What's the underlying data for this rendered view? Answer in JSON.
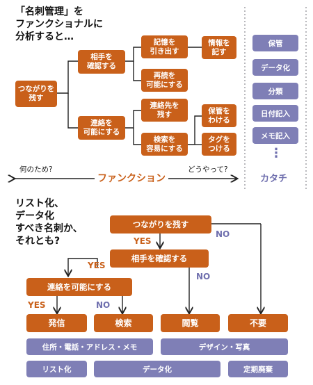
{
  "top": {
    "title": "「名刺管理」を\nファンクショナルに\n分析すると…",
    "root": "つながりを\n残す",
    "level1": [
      "相手を\n確認する",
      "連絡を\n可能にする"
    ],
    "level2": [
      "記憶を\n引き出す",
      "再読を\n可能にする",
      "連絡先を\n残す",
      "検索を\n容易にする"
    ],
    "level3": [
      "情報を\n記す",
      "保管を\nわける",
      "タグを\nつける"
    ],
    "forms": [
      "保管",
      "データ化",
      "分類",
      "日付記入",
      "メモ記入"
    ],
    "dots": "⋮",
    "why_label": "何のため?",
    "function_label": "ファンクション",
    "how_label": "どうやって?",
    "form_label": "カタチ"
  },
  "bottom": {
    "title": "リスト化、\nデータ化\nすべき名刺か、\nそれとも?",
    "q1": "つながりを残す",
    "q2": "相手を確認する",
    "q3": "連絡を可能にする",
    "yes": "YES",
    "no": "NO",
    "outcomes": [
      "発信",
      "検索",
      "閲覧",
      "不要"
    ],
    "row1": [
      "住所・電話・アドレス・メモ",
      "デザイン・写真"
    ],
    "row2": [
      "リスト化",
      "データ化",
      "定期廃棄"
    ]
  },
  "colors": {
    "orange": "#c9601a",
    "purple": "#7f7fb6",
    "yes": "#c9601a",
    "no": "#6f6fae"
  }
}
